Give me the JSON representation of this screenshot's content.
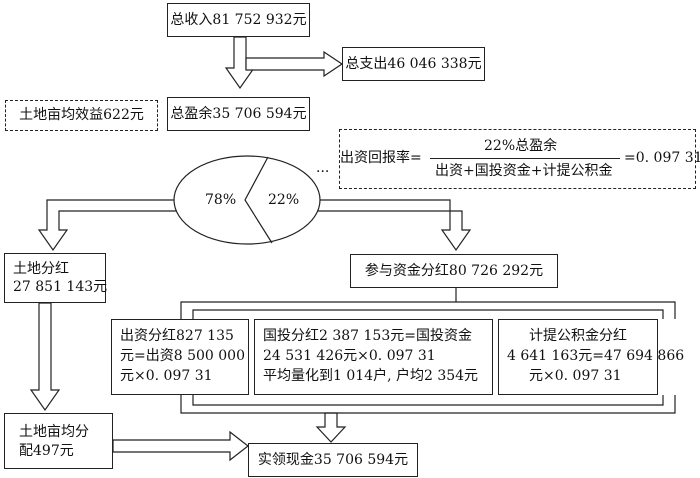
{
  "total_income": "总收入81 752 932元",
  "total_expense": "总支出46 046 338元",
  "total_surplus": "总盈余35 706 594元",
  "land_mu_benefit": "土地亩均效益622元",
  "formula": {
    "lhs": "出资回报率=",
    "numerator": "22%总盈余",
    "denominator": "出资+国投资金+计提公积金",
    "rhs": "=0. 097 31"
  },
  "ellipsis": "···",
  "pie": {
    "left_pct": "78%",
    "right_pct": "22%"
  },
  "land_dividend": {
    "line1": "土地分红",
    "line2": "27 851 143元"
  },
  "capital_dividend": "参与资金分红80 726 292元",
  "sub": {
    "investor": {
      "line1": "出资分红827 135",
      "line2": "元=出资8 500 000",
      "line3": "元×0. 097 31"
    },
    "state": {
      "line1": "国投分红2 387 153元=国投资金",
      "line2": "24 531 426元×0. 097 31",
      "line3": "平均量化到1 014户, 户均2 354元"
    },
    "reserve": {
      "line1": "计提公积金分红",
      "line2": "4 641 163元=47 694 866",
      "line3": "元×0. 097 31"
    }
  },
  "land_per_mu": {
    "line1": "土地亩均分",
    "line2": "配497元"
  },
  "cash": "实领现金35 706 594元"
}
